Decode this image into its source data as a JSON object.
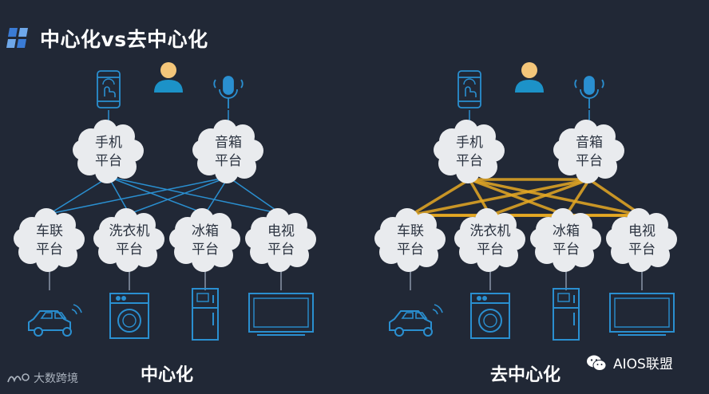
{
  "title": "中心化vs去中心化",
  "panels": [
    {
      "caption": "中心化",
      "nodes": {
        "phone": [
          "手机",
          "平台"
        ],
        "speaker": [
          "音箱",
          "平台"
        ],
        "car": [
          "车联",
          "平台"
        ],
        "washer": [
          "洗衣机",
          "平台"
        ],
        "fridge": [
          "冰箱",
          "平台"
        ],
        "tv": [
          "电视",
          "平台"
        ]
      }
    },
    {
      "caption": "去中心化",
      "nodes": {
        "phone": [
          "手机",
          "平台"
        ],
        "speaker": [
          "音箱",
          "平台"
        ],
        "car": [
          "车联",
          "平台"
        ],
        "washer": [
          "洗衣机",
          "平台"
        ],
        "fridge": [
          "冰箱",
          "平台"
        ],
        "tv": [
          "电视",
          "平台"
        ]
      }
    }
  ],
  "watermark_left": "大数跨境",
  "watermark_right": "AIOS联盟",
  "colors": {
    "background": "#212836",
    "cloud": "#e9ebee",
    "cloud_text": "#2b3340",
    "icon": "#2a8fd0",
    "person": "#f4c67a",
    "person_body": "#1c92c8",
    "mesh_line": "#e5a823",
    "hub_line": "#2a8fd0"
  }
}
